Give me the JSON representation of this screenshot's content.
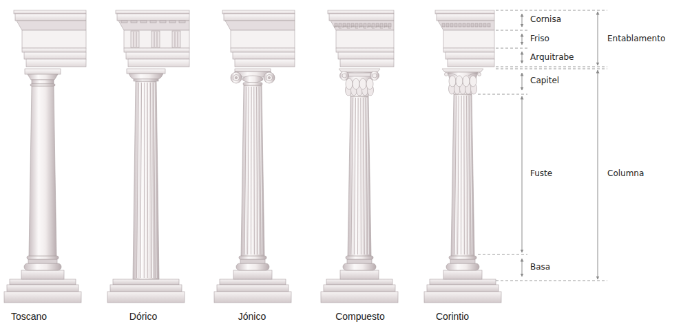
{
  "diagram": {
    "labels": [
      "Toscano",
      "Dórico",
      "Jónico",
      "Compuesto",
      "Corintio",
      "Cornisa",
      "Friso",
      "Arquitrabe",
      "Entablamento",
      "Capitel",
      "Fuste",
      "Columna",
      "Basa"
    ]
  }
}
